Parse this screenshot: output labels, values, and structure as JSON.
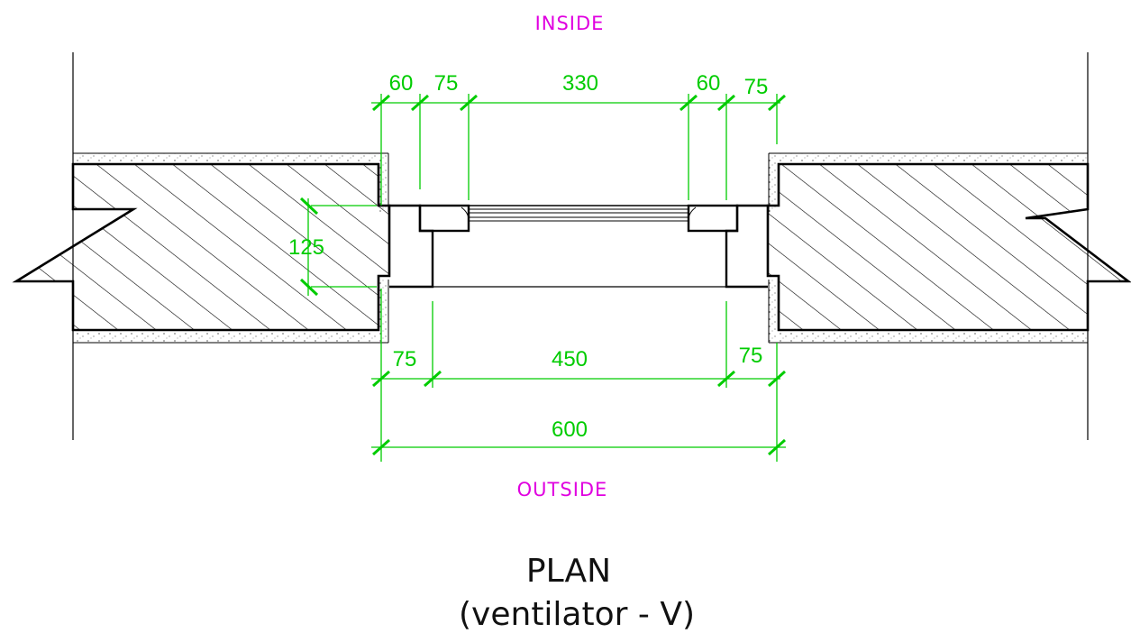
{
  "labels": {
    "inside": "INSIDE",
    "outside": "OUTSIDE"
  },
  "title": {
    "line1": "PLAN",
    "line2": "(ventilator - V)"
  },
  "dimensions": {
    "top": [
      "60",
      "75",
      "330",
      "60",
      "75"
    ],
    "wall_opening": "125",
    "bottom": [
      "75",
      "450",
      "75"
    ],
    "overall": "600"
  },
  "colors": {
    "dimension": "#00cc00",
    "side_label": "#e000e0",
    "linework": "#000000"
  }
}
